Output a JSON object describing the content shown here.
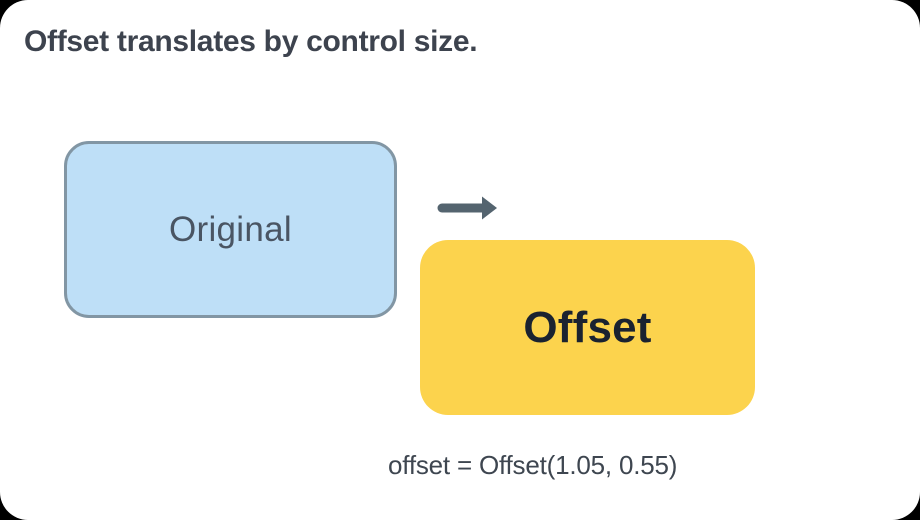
{
  "canvas": {
    "background": "#ffffff",
    "outside_background": "#000000"
  },
  "title": {
    "text": "Offset translates by control size.",
    "color": "#3d434e"
  },
  "diagram": {
    "original_box": {
      "label": "Original",
      "fill": "#bedff7",
      "border_color": "#8296a4",
      "text_color": "#4a5563"
    },
    "arrow": {
      "icon": "right-arrow-icon",
      "color": "#54646f"
    },
    "offset_box": {
      "label": "Offset",
      "fill": "#fcd34d",
      "text_color": "#1a2230"
    },
    "caption": {
      "text": "offset = Offset(1.05, 0.55)",
      "color": "#3e4650"
    }
  }
}
